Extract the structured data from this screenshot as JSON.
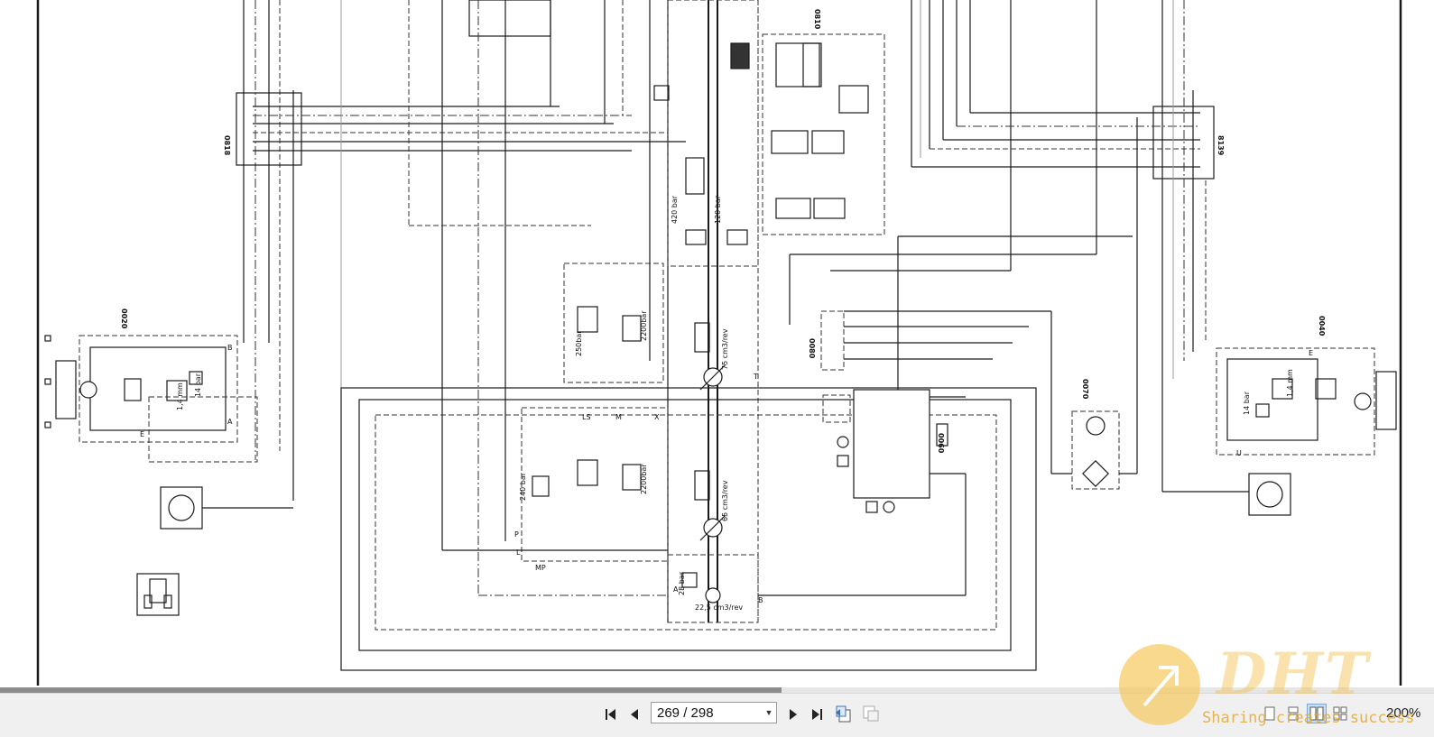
{
  "viewer": {
    "page_display": "269 / 298",
    "zoom": "200%",
    "icons": {
      "first_page": "first-page-icon",
      "prev_page": "prev-page-icon",
      "next_page": "next-page-icon",
      "last_page": "last-page-icon",
      "back_view": "previous-view-icon",
      "forward_view": "next-view-icon",
      "single_page": "single-page-icon",
      "continuous": "continuous-icon",
      "facing": "facing-pages-icon",
      "cover_facing": "cover-facing-icon",
      "page_dropdown": "chevron-down-icon"
    },
    "active_view_mode": "facing",
    "accent_color": "#7fa8d6"
  },
  "schematic": {
    "tags": {
      "block_0818": "0818",
      "block_0810": "0810",
      "block_8139": "8139",
      "block_0020": "0020",
      "block_0040": "0040",
      "block_0070": "0070",
      "block_0080": "0080",
      "block_0060": "0060"
    },
    "labels": {
      "relief_250bar": "250bar",
      "relief_2200bar_top": "2200bar",
      "relief_2200bar_bottom": "2200bar",
      "pump_75": "75 cm3/rev",
      "pump_65": "65 cm3/rev",
      "pump_22": "22,5 cm3/rev",
      "relief_240": "240 bar",
      "relief_28": "28 bar",
      "relief_420": "420 bar",
      "relief_120": "120 bar",
      "orifice_left": "1,4 mm",
      "orifice_right": "1,4 mm",
      "pressure_left": "14 bar",
      "pressure_right": "14 bar",
      "port_ls": "LS",
      "port_m": "M",
      "port_x": "X",
      "port_t": "T",
      "port_p": "P",
      "port_l": "L",
      "port_a": "A",
      "port_b": "B",
      "port_u": "U",
      "port_e": "E",
      "port_mp": "MP"
    }
  },
  "watermark": {
    "logo": "DHT",
    "tagline": "Sharing creates success",
    "color": "#f4c04e"
  }
}
